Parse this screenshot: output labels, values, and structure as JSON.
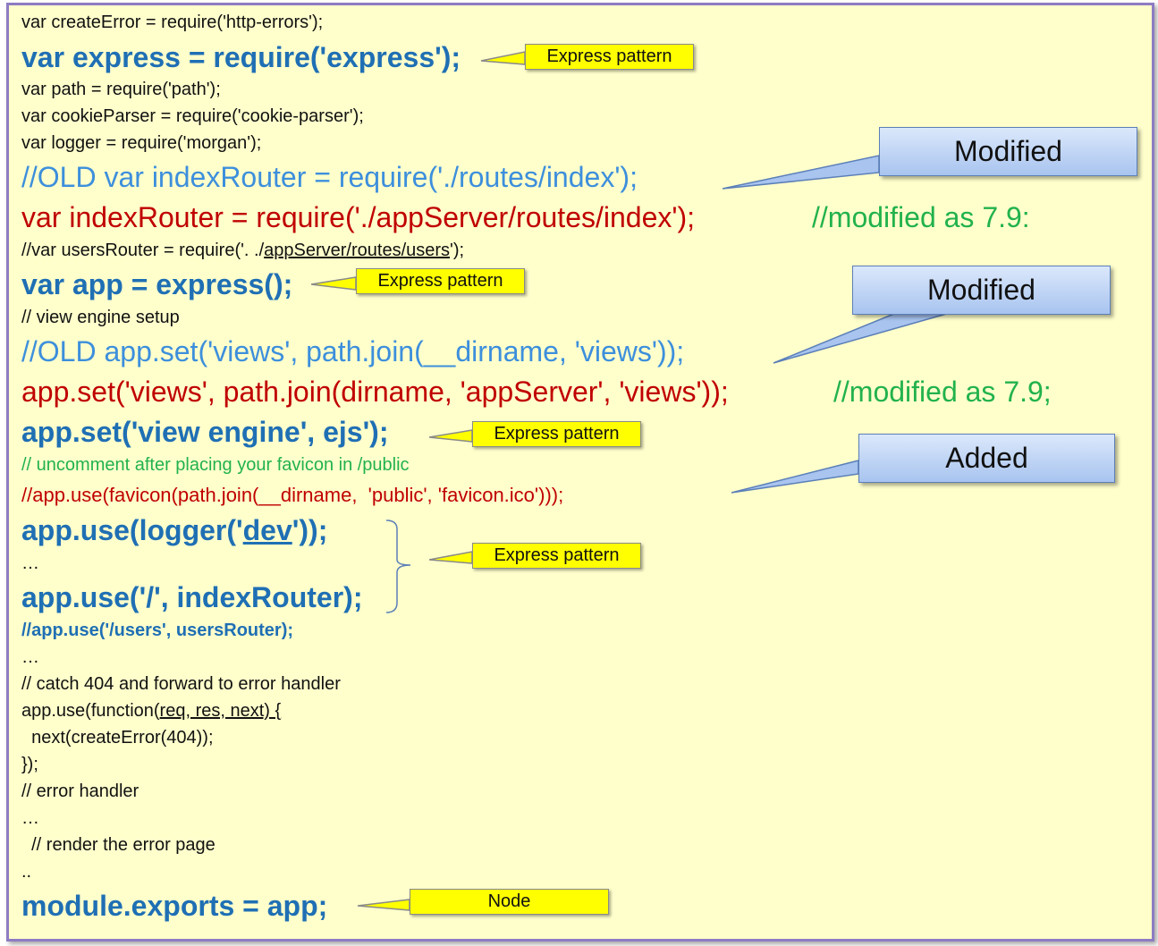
{
  "code": {
    "l01": "var createError = require('http-errors');",
    "l02": "var express = require('express');",
    "l03": "var path = require('path');",
    "l04": "var cookieParser = require('cookie-parser');",
    "l05": "var logger = require('morgan');",
    "l06": "//OLD var indexRouter = require('./routes/index');",
    "l07": "var indexRouter = require('./appServer/routes/index');",
    "l07_comment": "//modified as 7.9:",
    "l08_a": "//var usersRouter = require('. ./",
    "l08_b": "appServer/routes/users",
    "l08_c": "');",
    "l09": "var app = express();",
    "l10": "// view engine setup",
    "l11": "//OLD app.set('views', path.join(__dirname, 'views'));",
    "l12": "app.set('views', path.join(dirname, 'appServer', 'views'));",
    "l12_comment": "//modified as 7.9;",
    "l13": "app.set('view engine', ejs');",
    "l14": "// uncomment after placing your favicon in /public",
    "l15": "//app.use(favicon(path.join(__dirname,  'public', 'favicon.ico')));",
    "l16_a": "app.use(logger('",
    "l16_b": "dev",
    "l16_c": "'));",
    "l17": "…",
    "l18": "app.use('/', indexRouter);",
    "l19": "//app.use('/users', usersRouter);",
    "l20": "…",
    "l21": "// catch 404 and forward to error handler",
    "l22_a": "app.use(function(",
    "l22_b": "req, res, next) {",
    "l23": "  next(createError(404));",
    "l24": "});",
    "l25": "// error handler",
    "l26": "…",
    "l27": "  // render the error page",
    "l28": "..",
    "l29": "module.exports = app;"
  },
  "annotations": {
    "express_pattern": "Express pattern",
    "node": "Node",
    "modified": "Modified",
    "added": "Added"
  },
  "colors": {
    "background": "#ffffcc",
    "frame_border": "#8e7cc3",
    "express_blue": "#1f6fb4",
    "old_blue": "#3d8fdc",
    "modified_red": "#c00000",
    "comment_green": "#22b24c",
    "tag_yellow": "#ffff00",
    "callout_blue": "#a8c4ef"
  }
}
